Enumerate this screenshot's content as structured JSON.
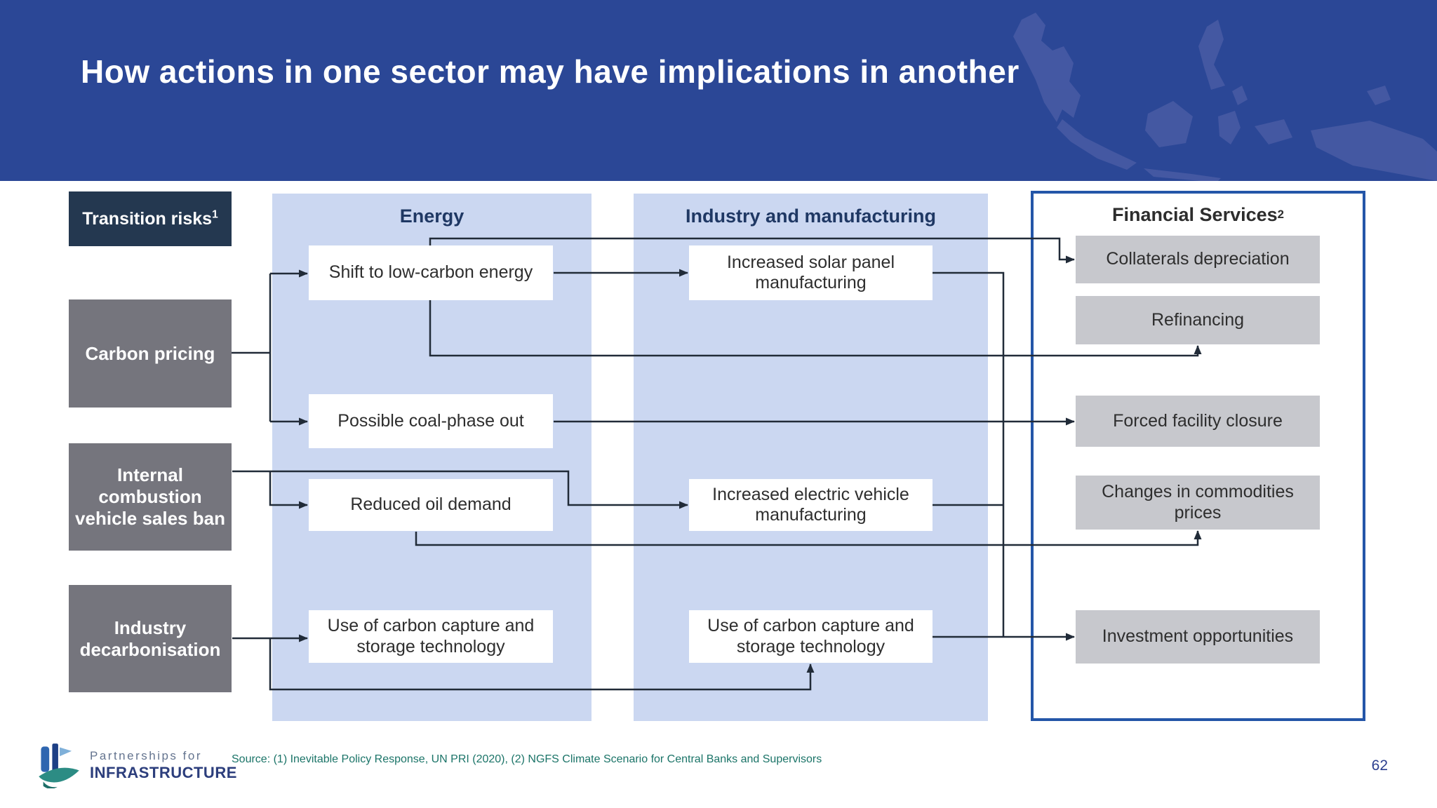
{
  "slide": {
    "title": "How actions in one sector may have implications in another",
    "page_number": "62",
    "source_text": "Source: (1) Inevitable Policy Response, UN PRI (2020), (2) NGFS Climate Scenario for Central Banks and Supervisors",
    "logo": {
      "line1": "Partnerships for",
      "line2": "INFRASTRUCTURE"
    }
  },
  "diagram": {
    "risk_header": {
      "label": "Transition risks",
      "sup": "1"
    },
    "risks": [
      {
        "label": "Carbon pricing"
      },
      {
        "label": "Internal combustion vehicle sales ban"
      },
      {
        "label": "Industry decarbonisation"
      }
    ],
    "columns": {
      "energy": {
        "header": "Energy",
        "boxes": [
          "Shift to low-carbon energy",
          "Possible coal-phase out",
          "Reduced oil demand",
          "Use of carbon capture and storage technology"
        ]
      },
      "industry": {
        "header": "Industry and manufacturing",
        "boxes": [
          "Increased solar panel manufacturing",
          "Increased electric vehicle manufacturing",
          "Use of carbon capture and storage technology"
        ]
      },
      "financial": {
        "header": "Financial Services",
        "header_sup": "2",
        "boxes": [
          "Collaterals depreciation",
          "Refinancing",
          "Forced facility closure",
          "Changes in commodities prices",
          "Investment opportunities"
        ]
      }
    }
  },
  "colors": {
    "header_blue": "#2B4796",
    "map_blue": "#4B5DA6",
    "column_bg": "#CBD7F1",
    "risk_header_bg": "#243850",
    "risk_box_gray": "#75757D",
    "fs_box_gray": "#C7C8CD",
    "fs_border_blue": "#2456A8",
    "connector_line": "#212B38",
    "header_text_navy": "#1F3864",
    "source_teal": "#1B7468",
    "page_number_blue": "#2C3F8F"
  }
}
